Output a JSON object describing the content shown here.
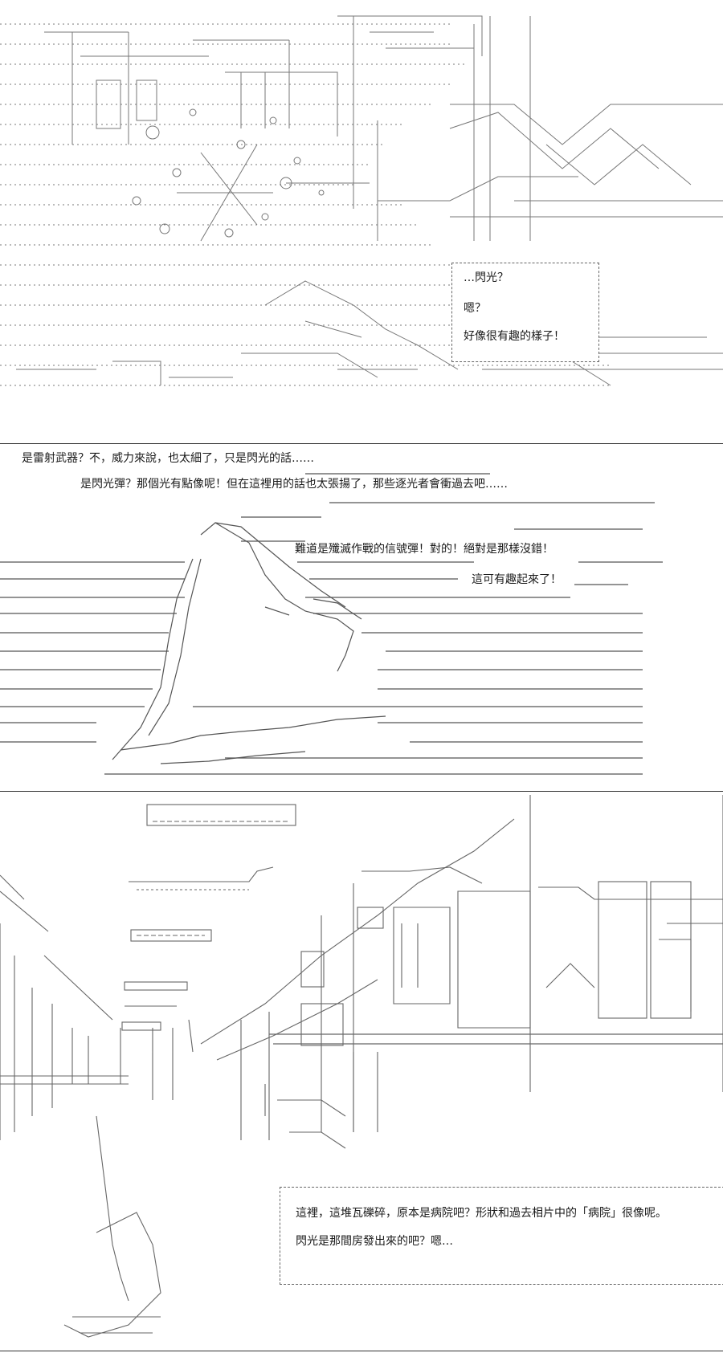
{
  "panel1": {
    "bubble_lines": [
      "…閃光？",
      "嗯？",
      "好像很有趣的樣子！"
    ]
  },
  "panel2": {
    "narration": [
      "是雷射武器？不，威力來說，也太細了，只是閃光的話……",
      "是閃光彈？那個光有點像呢！但在這裡用的話也太張揚了，那些逐光者會衝過去吧……",
      "難道是殲滅作戰的信號彈！對的！絕對是那樣沒錯！",
      "這可有趣起來了！"
    ]
  },
  "panel3": {
    "bubble_lines": [
      "這裡，這堆瓦礫碎，原本是病院吧？形狀和過去相片中的「病院」很像呢。",
      "閃光是那間房發出來的吧？嗯…"
    ]
  }
}
